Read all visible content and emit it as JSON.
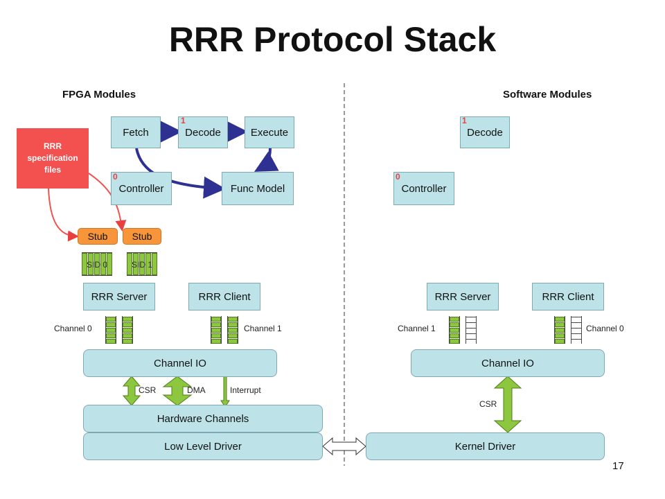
{
  "title": "RRR Protocol Stack",
  "sections": {
    "fpga": "FPGA Modules",
    "software": "Software Modules"
  },
  "spec_files": "RRR specification files",
  "fpga": {
    "fetch": "Fetch",
    "decode": "Decode",
    "execute": "Execute",
    "controller": "Controller",
    "func_model": "Func Model",
    "decode_num": "1",
    "controller_num": "0",
    "stub1": "Stub",
    "stub2": "Stub",
    "sid0": "SID 0",
    "sid1": "SID 1",
    "rrr_server": "RRR Server",
    "rrr_client": "RRR Client",
    "channel0": "Channel 0",
    "channel1": "Channel 1",
    "channel_io": "Channel IO",
    "csr": "CSR",
    "dma": "DMA",
    "interrupt": "Interrupt",
    "hardware_channels": "Hardware Channels",
    "low_level_driver": "Low Level Driver"
  },
  "software": {
    "decode": "Decode",
    "decode_num": "1",
    "controller": "Controller",
    "controller_num": "0",
    "rrr_server": "RRR Server",
    "rrr_client": "RRR Client",
    "channel1": "Channel 1",
    "channel0": "Channel 0",
    "channel_io": "Channel IO",
    "csr": "CSR",
    "kernel_driver": "Kernel Driver"
  },
  "page_number": "17",
  "colors": {
    "box": "#bde3e8",
    "stub": "#f7953b",
    "spec": "#f25150",
    "arrow_green": "#8dc63f",
    "flow_navy": "#2e3192"
  }
}
